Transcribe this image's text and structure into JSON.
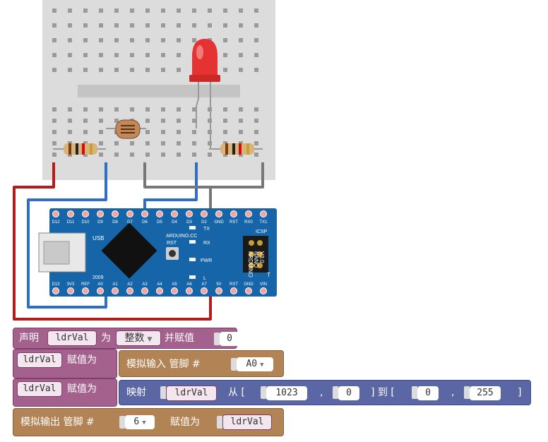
{
  "board": {
    "top_pins": [
      "D12",
      "D11",
      "D10",
      "D9",
      "D8",
      "D7",
      "D6",
      "D5",
      "D4",
      "D3",
      "D2",
      "GND",
      "RST",
      "RX0",
      "TX1"
    ],
    "bottom_pins": [
      "D13",
      "3V3",
      "REF",
      "A0",
      "A1",
      "A2",
      "A3",
      "A4",
      "A5",
      "A6",
      "A7",
      "5V",
      "RST",
      "GND",
      "VIN"
    ],
    "model": "ARDUINO NANO V3.0",
    "labels": {
      "usb": "USB",
      "arduino_cc": "ARDUINO.CC",
      "tx": "TX",
      "rx": "RX",
      "pwr": "PWR",
      "l": "L",
      "rst": "RST",
      "icsp": "ICSP",
      "tm": "T",
      "m1": "ARDUINO",
      "m2": "NANO",
      "m3": "V3.0",
      "u": "U",
      "s": "S",
      "b": "B",
      "c": "2009"
    }
  },
  "colors": {
    "wire_red": "#b11d1d",
    "wire_blue": "#2f6fc2",
    "wire_gray": "#777777",
    "board": "#1565a8",
    "led": "#e53333",
    "block_purple": "#a5618e",
    "block_brown": "#b28354",
    "block_indigo": "#5b67a5"
  },
  "blocks": {
    "b1": {
      "t1": "声明",
      "var": "ldrVal",
      "t2": "为",
      "type": "整数",
      "t3": "并赋值",
      "value": "0"
    },
    "b2": {
      "var": "ldrVal",
      "assign": "赋值为",
      "func": "模拟输入 管脚 #",
      "pin": "A0"
    },
    "b3": {
      "var": "ldrVal",
      "assign": "赋值为",
      "func": "映射",
      "arg": "ldrVal",
      "from": "从 [",
      "a": "1023",
      "comma1": ",",
      "b": "0",
      "to": "] 到 [",
      "c": "0",
      "comma2": ",",
      "d": "255",
      "end": "]"
    },
    "b4": {
      "func": "模拟输出 管脚 #",
      "pin": "6",
      "assign": "赋值为",
      "var": "ldrVal"
    }
  }
}
